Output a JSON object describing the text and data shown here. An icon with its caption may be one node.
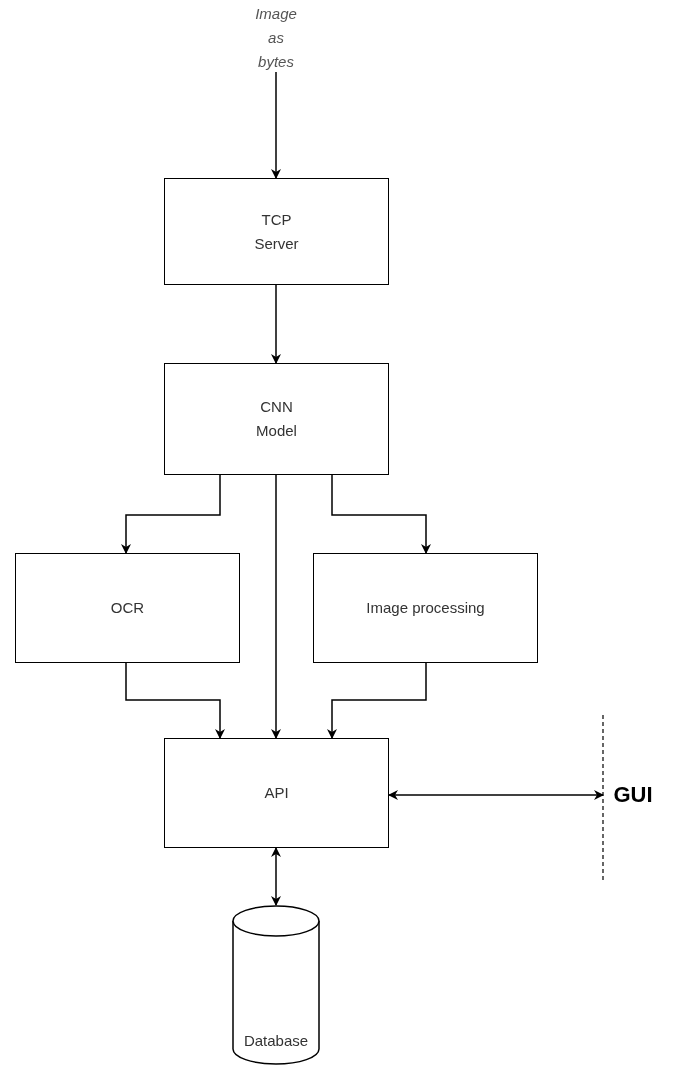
{
  "diagram": {
    "nodes": [
      {
        "text": [
          "Image as bytes"
        ]
      },
      {
        "text": [
          "TCP Server"
        ]
      },
      {
        "text": [
          "CNN Model"
        ]
      },
      {
        "text": [
          "OCR"
        ]
      },
      {
        "text": [
          "Image processing"
        ]
      },
      {
        "text": [
          "API"
        ]
      },
      {
        "text": [
          "Database"
        ]
      },
      {
        "text": [
          "GUI"
        ]
      }
    ],
    "edges": [
      {
        "from": 0,
        "to": 1,
        "arrow": "to"
      },
      {
        "from": 1,
        "to": 2,
        "arrow": "to"
      },
      {
        "from": 2,
        "to": 3,
        "arrow": "to"
      },
      {
        "from": 2,
        "to": 5,
        "arrow": "to"
      },
      {
        "from": 2,
        "to": 4,
        "arrow": "to"
      },
      {
        "from": 3,
        "to": 5,
        "arrow": "to"
      },
      {
        "from": 4,
        "to": 5,
        "arrow": "to"
      },
      {
        "from": 5,
        "to": 7,
        "arrow": "both"
      },
      {
        "from": 5,
        "to": 6,
        "arrow": "both"
      }
    ]
  }
}
